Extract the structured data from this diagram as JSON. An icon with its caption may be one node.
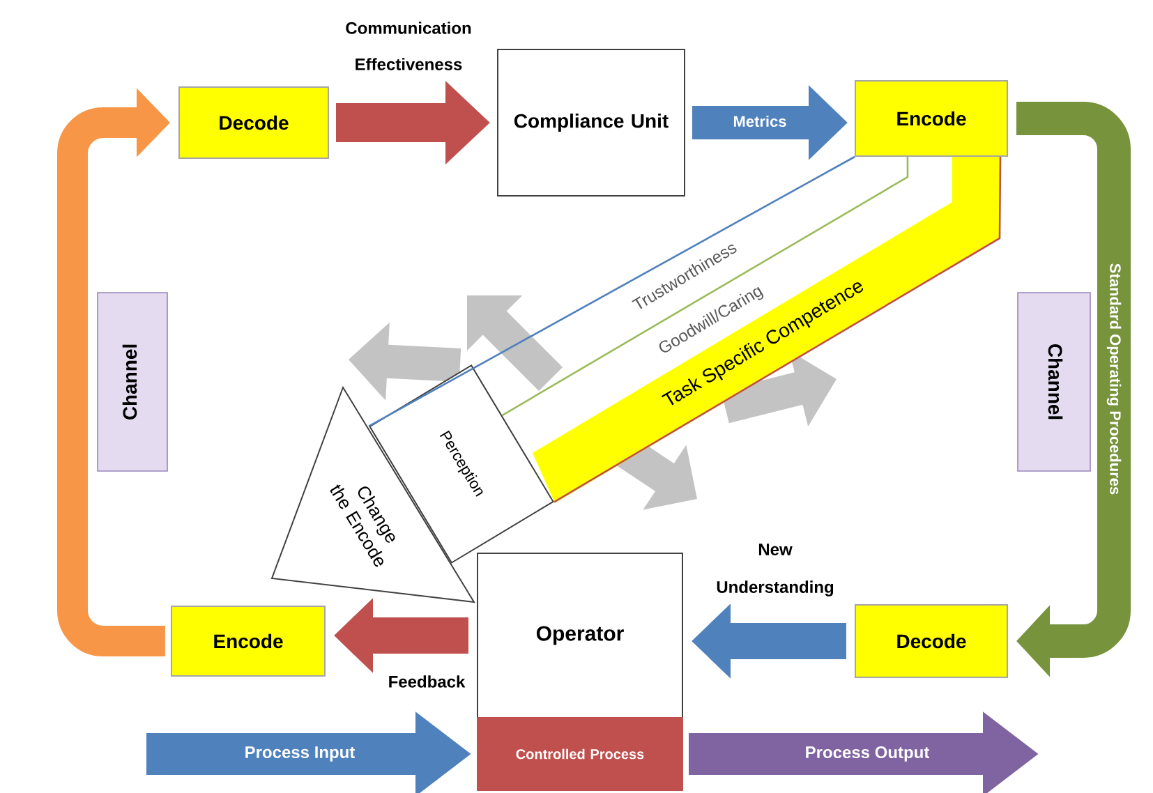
{
  "diagram": {
    "nodes": [
      {
        "text": [
          "Decode"
        ]
      },
      {
        "text": [
          "Compliance Unit"
        ]
      },
      {
        "text": [
          "Encode"
        ]
      },
      {
        "text": [
          "Channel"
        ]
      },
      {
        "text": [
          "Channel"
        ]
      },
      {
        "text": [
          "Perception"
        ]
      },
      {
        "text": [
          "Change the Encode"
        ]
      },
      {
        "text": [
          "Encode"
        ]
      },
      {
        "text": [
          "Operator"
        ]
      },
      {
        "text": [
          "Controlled Process"
        ]
      },
      {
        "text": [
          "Decode"
        ]
      }
    ],
    "edges": [
      {
        "from": 0,
        "to": 1,
        "arrow": "to",
        "label": "Communication Effectiveness",
        "color": "#c0504d"
      },
      {
        "from": 1,
        "to": 2,
        "arrow": "to",
        "label": "Metrics",
        "color": "#4f81bd"
      },
      {
        "from": 2,
        "to": 10,
        "arrow": "to",
        "label": "Standard Operating Procedures",
        "color": "#77933c"
      },
      {
        "from": 10,
        "to": 8,
        "arrow": "to",
        "label": "New Understanding",
        "color": "#4f81bd"
      },
      {
        "from": 8,
        "to": 7,
        "arrow": "to",
        "label": "Feedback",
        "color": "#c0504d"
      },
      {
        "from": 7,
        "to": 0,
        "arrow": "to",
        "color": "#f79646"
      },
      {
        "from": null,
        "to": 9,
        "arrow": "to",
        "label": "Process Input",
        "color": "#4f81bd"
      },
      {
        "from": 9,
        "to": null,
        "arrow": "to",
        "label": "Process Output",
        "color": "#8064a2"
      },
      {
        "from": 2,
        "to": 5,
        "arrow": "none",
        "label": "Trustworthiness",
        "color": "#4f81bd"
      },
      {
        "from": 2,
        "to": 5,
        "arrow": "none",
        "label": "Goodwill/Caring",
        "color": "#9bbb59"
      },
      {
        "from": 2,
        "to": 5,
        "arrow": "none",
        "label": "Task Specific Competence",
        "color": "#c0504d"
      }
    ]
  }
}
